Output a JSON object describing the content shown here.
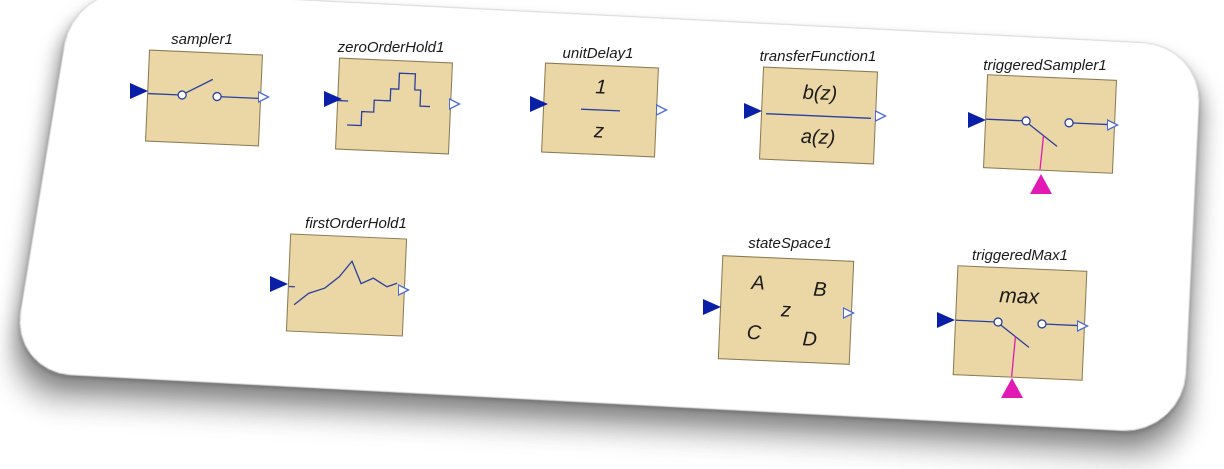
{
  "blocks": {
    "sampler1": {
      "label": "sampler1"
    },
    "zeroOrderHold1": {
      "label": "zeroOrderHold1"
    },
    "unitDelay1": {
      "label": "unitDelay1",
      "numerator": "1",
      "denominator": "z"
    },
    "transferFunction1": {
      "label": "transferFunction1",
      "numerator": "b(z)",
      "denominator": "a(z)"
    },
    "triggeredSampler1": {
      "label": "triggeredSampler1"
    },
    "firstOrderHold1": {
      "label": "firstOrderHold1"
    },
    "stateSpace1": {
      "label": "stateSpace1",
      "A": "A",
      "B": "B",
      "z": "z",
      "C": "C",
      "D": "D"
    },
    "triggeredMax1": {
      "label": "triggeredMax1",
      "text": "max"
    }
  },
  "colors": {
    "block_fill": "#ead7a5",
    "input_port": "#0a1fa8",
    "output_port": "#4b6ad6",
    "trigger_port": "#e21ab4",
    "signal_line": "#2a3f9e"
  }
}
